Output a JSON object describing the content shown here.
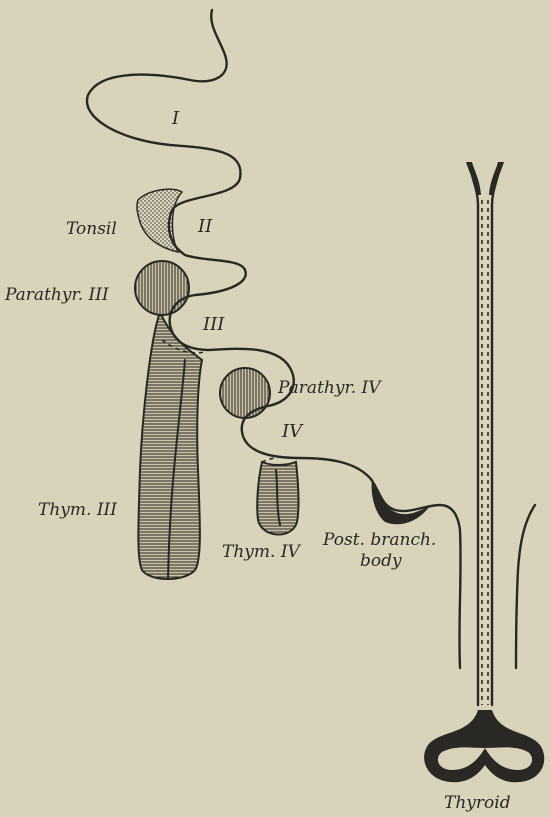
{
  "labels": {
    "pouch_1": "I",
    "pouch_2": "II",
    "pouch_3": "III",
    "pouch_4": "IV",
    "tonsil": "Tonsil",
    "parathyr_3": "Parathyr. III",
    "parathyr_4": "Parathyr. IV",
    "thym_3": "Thym. III",
    "thym_4": "Thym. IV",
    "post_branch_1": "Post. branch.",
    "post_branch_2": "body",
    "thyroid": "Thyroid"
  },
  "colors": {
    "paper": "#d9d3b9",
    "ink": "#2a2824"
  }
}
